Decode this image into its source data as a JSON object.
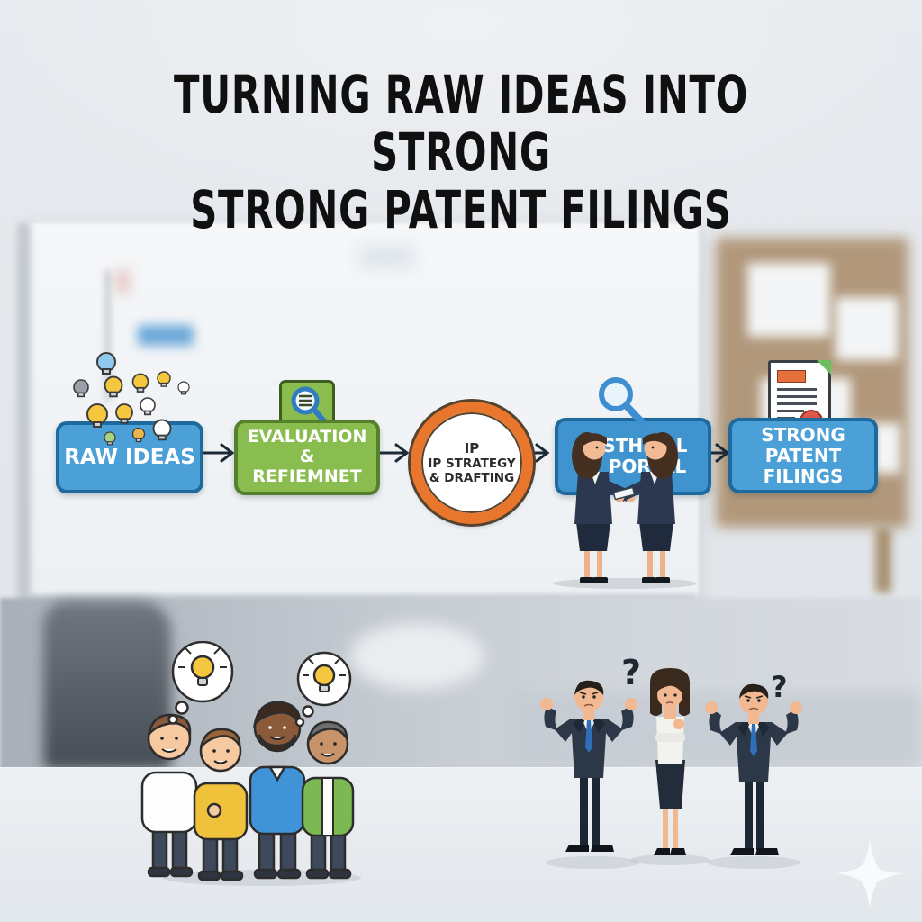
{
  "title": {
    "line1": "TURNING RAW IDEAS INTO STRONG",
    "line2": "STRONG PATENT FILINGS"
  },
  "flowchart": {
    "arrow_color": "#1C2A38",
    "steps": [
      {
        "label": "RAW IDEAS",
        "shape": "rounded-rect",
        "fill": "#4BA0D8",
        "border": "#1E6A9C",
        "icon": "lightbulb-cluster-icon"
      },
      {
        "line1": "EVALUATION &",
        "line2": "REFIEMNET",
        "shape": "rounded-rect",
        "fill": "#8ABD4F",
        "border": "#55812C",
        "icon": "document-magnifier-icon"
      },
      {
        "line1": "IP",
        "line2": "IP STRATEGY",
        "line3": "& DRAFTING",
        "shape": "circle",
        "ring": "#E8762C",
        "fill": "#FFFFFF"
      },
      {
        "line1": "1 STHTIAL",
        "line2": "PORTAL",
        "shape": "rounded-rect",
        "fill": "#3F94CF",
        "border": "#1E6A9C",
        "icon": "magnifier-icon"
      },
      {
        "line1": "STRONG",
        "line2": "PATENT FILINGS",
        "shape": "rounded-rect",
        "fill": "#4BA0D8",
        "border": "#1E6A9C",
        "icon": "patent-document-icon"
      }
    ]
  },
  "scene": {
    "question_mark": "?",
    "left_group": "four-men-brainstorming-with-lightbulb-thought-bubbles",
    "center_pair": "two-businesswomen-exchanging-document",
    "right_group": "three-confused-business-people",
    "background": "blurred-office-whiteboard-pinboard-chair",
    "sparkle_icon": "four-point-sparkle-icon"
  },
  "colors": {
    "box_blue": "#4BA0D8",
    "box_blue_border": "#1E6A9C",
    "box_green": "#8ABD4F",
    "box_green_border": "#55812C",
    "ring_orange": "#E8762C",
    "arrow": "#1C2A38",
    "bulb_yellow": "#F4C73E",
    "suit_navy": "#2C3747"
  }
}
